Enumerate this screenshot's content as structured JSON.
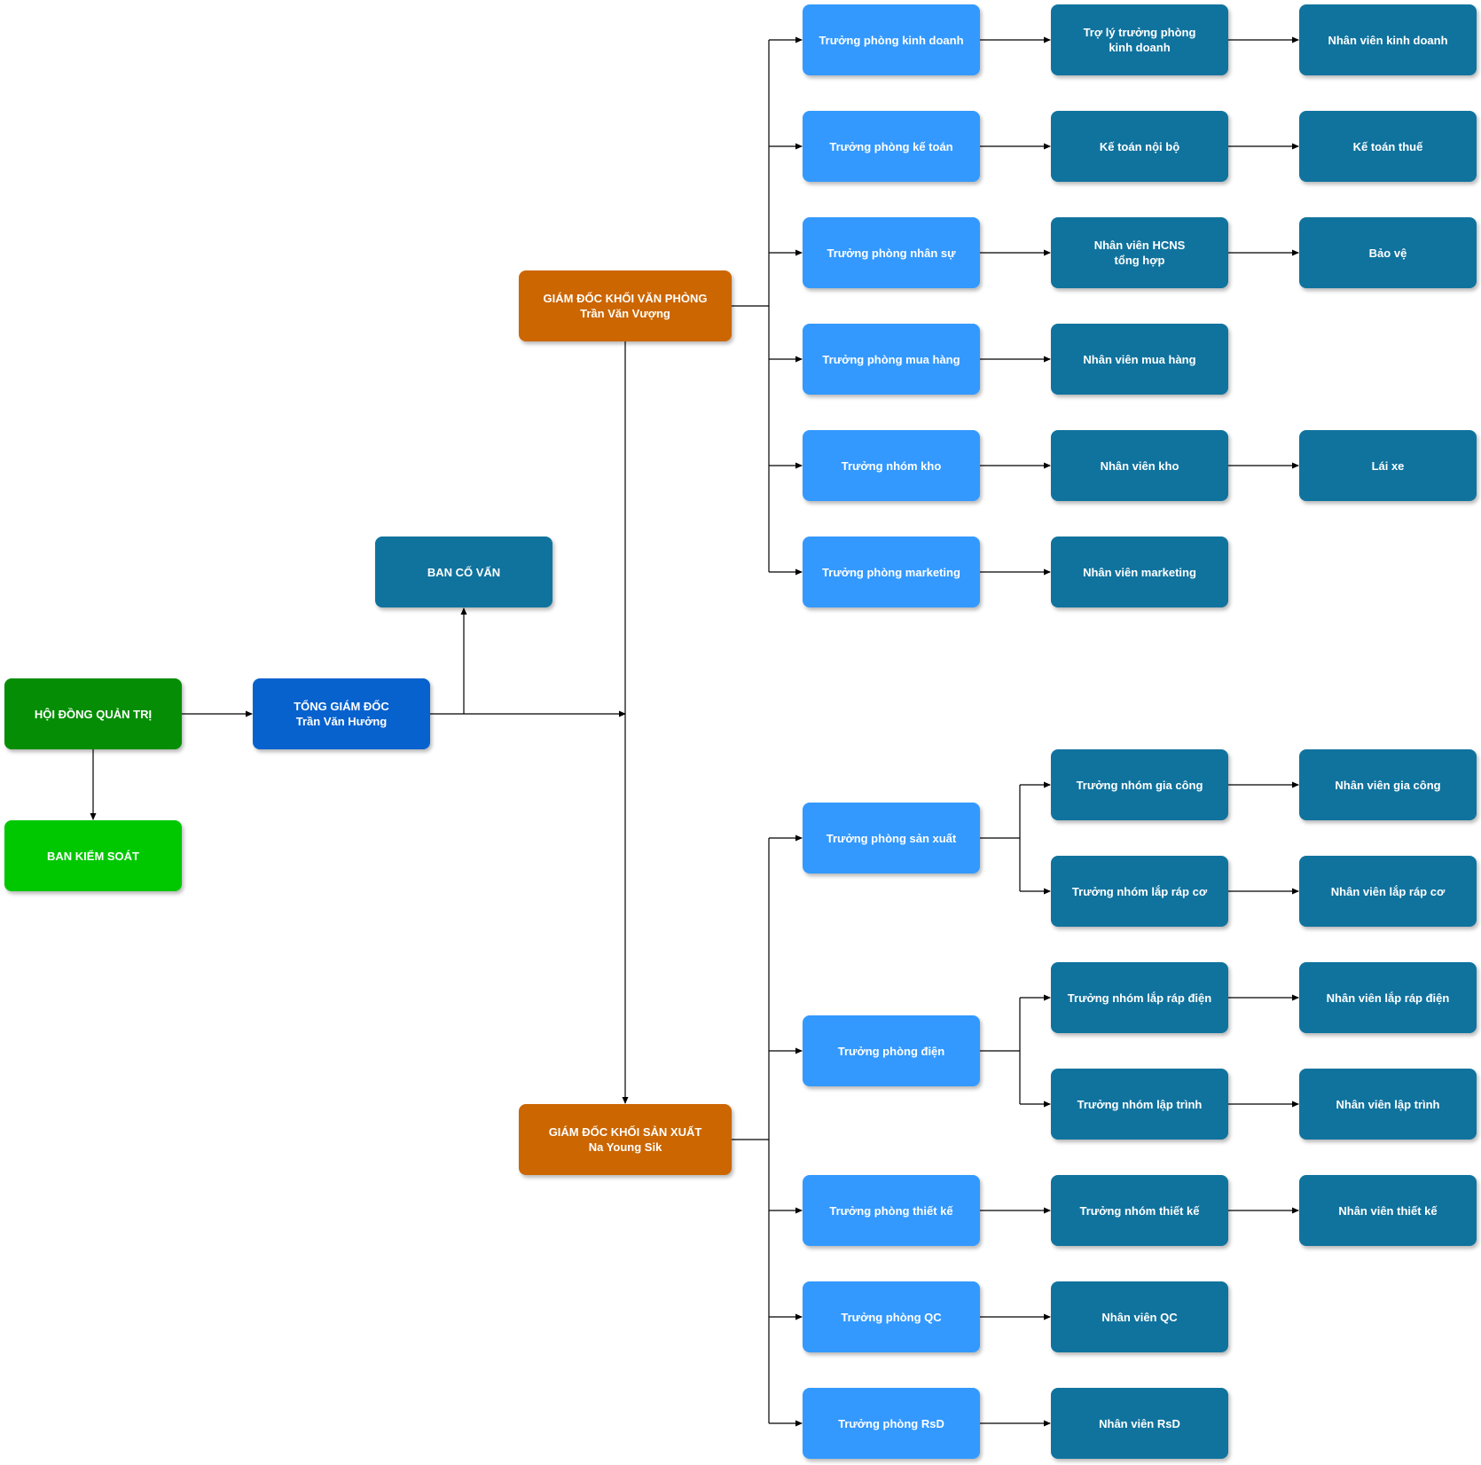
{
  "colors": {
    "board": "#058E05",
    "control": "#00C800",
    "ceo": "#0762CE",
    "director": "#CC6600",
    "manager": "#3399FF",
    "staff": "#10739E",
    "line": "#000000"
  },
  "nodes": {
    "board": [
      "HỘI ĐỒNG QUẢN TRỊ"
    ],
    "control": [
      "BAN KIỂM SOÁT"
    ],
    "ceo": [
      "TỔNG GIÁM ĐỐC",
      "Trần Văn Hưởng"
    ],
    "advisory": [
      "BAN CỐ VẤN"
    ],
    "dir_office": [
      "GIÁM ĐỐC KHỐI VĂN PHÒNG",
      "Trần Văn Vượng"
    ],
    "dir_prod": [
      "GIÁM ĐỐC KHỐI SẢN XUẤT",
      "Na Young Sik"
    ],
    "o_m1": [
      "Trưởng phòng kinh doanh"
    ],
    "o_m2": [
      "Trưởng phòng kế toán"
    ],
    "o_m3": [
      "Trưởng phòng nhân sự"
    ],
    "o_m4": [
      "Trưởng phòng mua hàng"
    ],
    "o_m5": [
      "Trưởng nhóm kho"
    ],
    "o_m6": [
      "Trưởng phòng marketing"
    ],
    "o_s1a": [
      "Trợ lý trưởng phòng",
      "kinh doanh"
    ],
    "o_s1b": [
      "Nhân viên kinh doanh"
    ],
    "o_s2a": [
      "Kế toán nội bộ"
    ],
    "o_s2b": [
      "Kế toán thuế"
    ],
    "o_s3a": [
      "Nhân viên HCNS",
      "tổng hợp"
    ],
    "o_s3b": [
      "Bảo vệ"
    ],
    "o_s4a": [
      "Nhân viên mua hàng"
    ],
    "o_s5a": [
      "Nhân viên kho"
    ],
    "o_s5b": [
      "Lái xe"
    ],
    "o_s6a": [
      "Nhân viên marketing"
    ],
    "p_m1": [
      "Trưởng phòng sản xuất"
    ],
    "p_m2": [
      "Trưởng phòng điện"
    ],
    "p_m3": [
      "Trưởng phòng thiết kế"
    ],
    "p_m4": [
      "Trưởng phòng QC"
    ],
    "p_m5": [
      "Trưởng phòng RsD"
    ],
    "p_t1": [
      "Trưởng nhóm gia công"
    ],
    "p_t2": [
      "Trưởng nhóm lắp ráp cơ"
    ],
    "p_t3": [
      "Trưởng nhóm lắp ráp điện"
    ],
    "p_t4": [
      "Trưởng nhóm lập trình"
    ],
    "p_t5": [
      "Trưởng nhóm thiết kế"
    ],
    "p_s4": [
      "Nhân viên QC"
    ],
    "p_s5": [
      "Nhân viên RsD"
    ],
    "p_e1": [
      "Nhân viên gia công"
    ],
    "p_e2": [
      "Nhân viên lắp ráp cơ"
    ],
    "p_e3": [
      "Nhân viên lắp ráp điện"
    ],
    "p_e4": [
      "Nhân viên lập trình"
    ],
    "p_e5": [
      "Nhân viên thiết kế"
    ]
  }
}
